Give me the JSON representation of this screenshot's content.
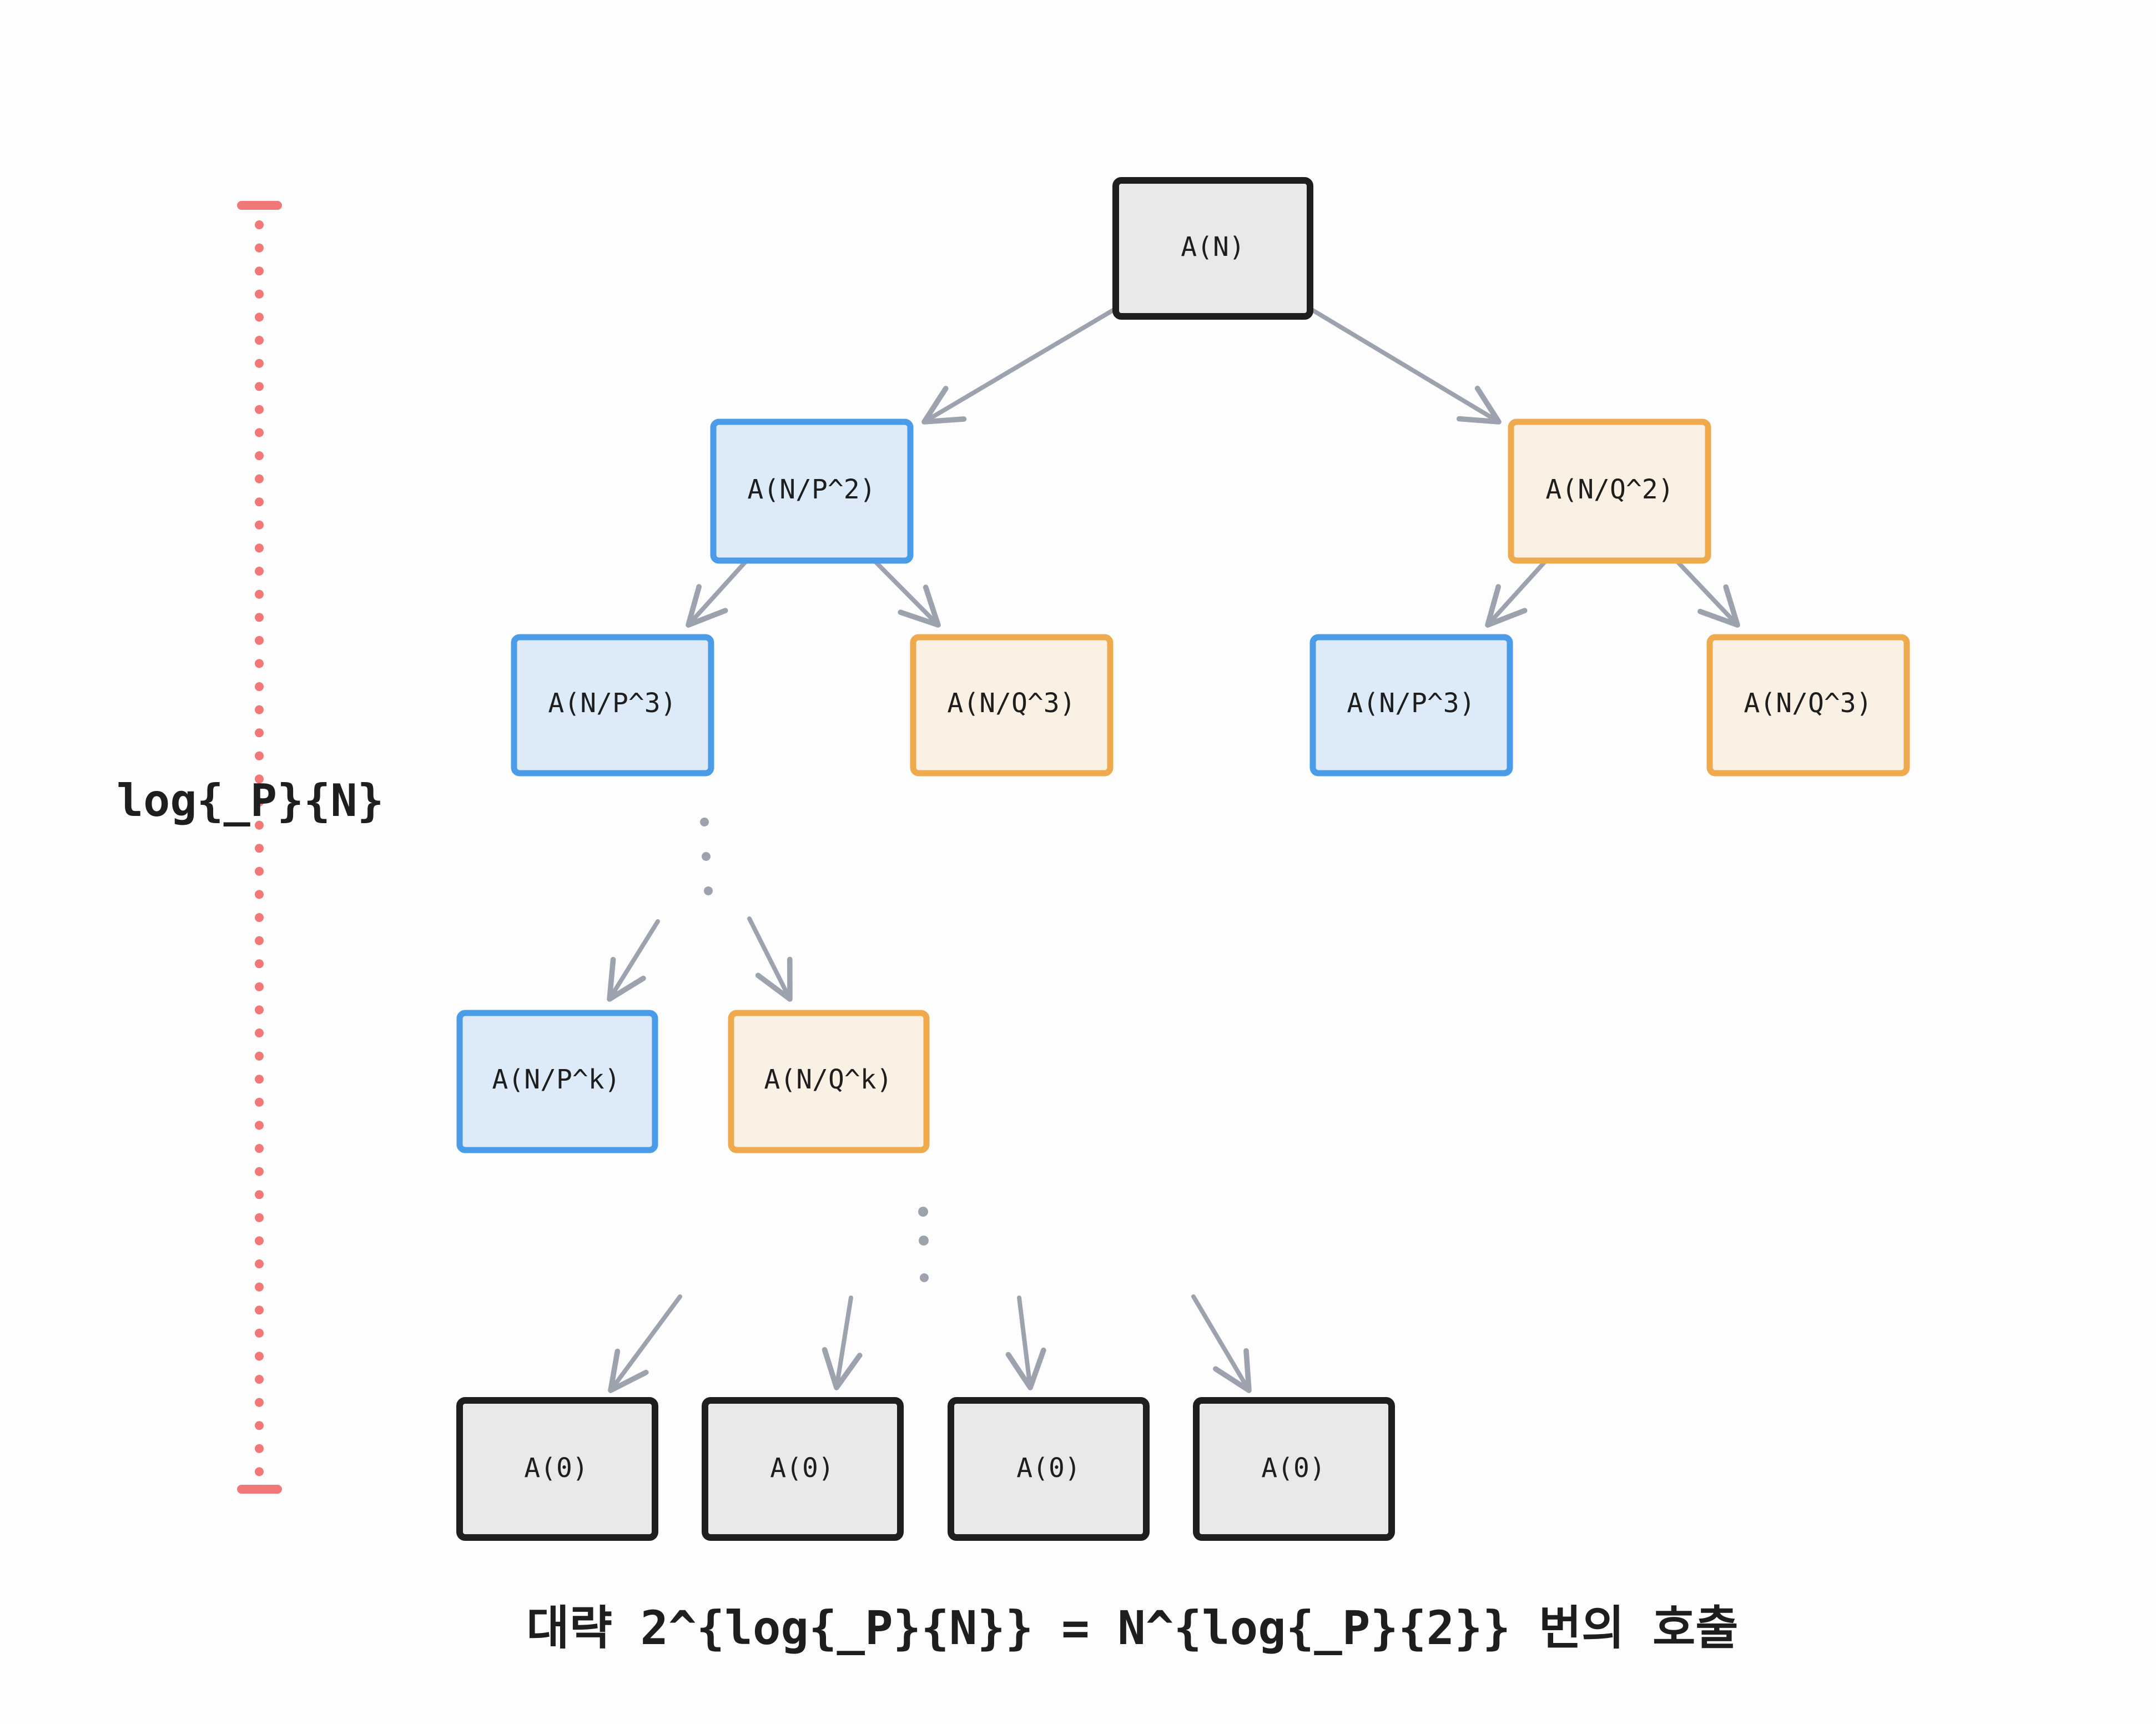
{
  "nodes": {
    "root": {
      "label": "A(N)",
      "kind": "neutral"
    },
    "l1_p": {
      "label": "A(N/P^2)",
      "kind": "p"
    },
    "l1_q": {
      "label": "A(N/Q^2)",
      "kind": "q"
    },
    "l2_pp": {
      "label": "A(N/P^3)",
      "kind": "p"
    },
    "l2_pq": {
      "label": "A(N/Q^3)",
      "kind": "q"
    },
    "l2_qp": {
      "label": "A(N/P^3)",
      "kind": "p"
    },
    "l2_qq": {
      "label": "A(N/Q^3)",
      "kind": "q"
    },
    "lk_p": {
      "label": "A(N/P^k)",
      "kind": "p"
    },
    "lk_q": {
      "label": "A(N/Q^k)",
      "kind": "q"
    },
    "leaf_1": {
      "label": "A(0)",
      "kind": "neutral"
    },
    "leaf_2": {
      "label": "A(0)",
      "kind": "neutral"
    },
    "leaf_3": {
      "label": "A(0)",
      "kind": "neutral"
    },
    "leaf_4": {
      "label": "A(0)",
      "kind": "neutral"
    }
  },
  "depth_label": "log{_P}{N}",
  "caption": "대략 2^{log{_P}{N}} = N^{log{_P}{2}} 번의 호출",
  "colors": {
    "neutral_fill": "#e9e9e9",
    "neutral_stroke": "#1e1e1e",
    "p_fill": "#ddebf8",
    "p_stroke": "#4a9be8",
    "q_fill": "#faf0e4",
    "q_stroke": "#eeaa4d",
    "edge": "#9ca3af",
    "depth_marker": "#f07878",
    "text": "#1e1e1e"
  }
}
